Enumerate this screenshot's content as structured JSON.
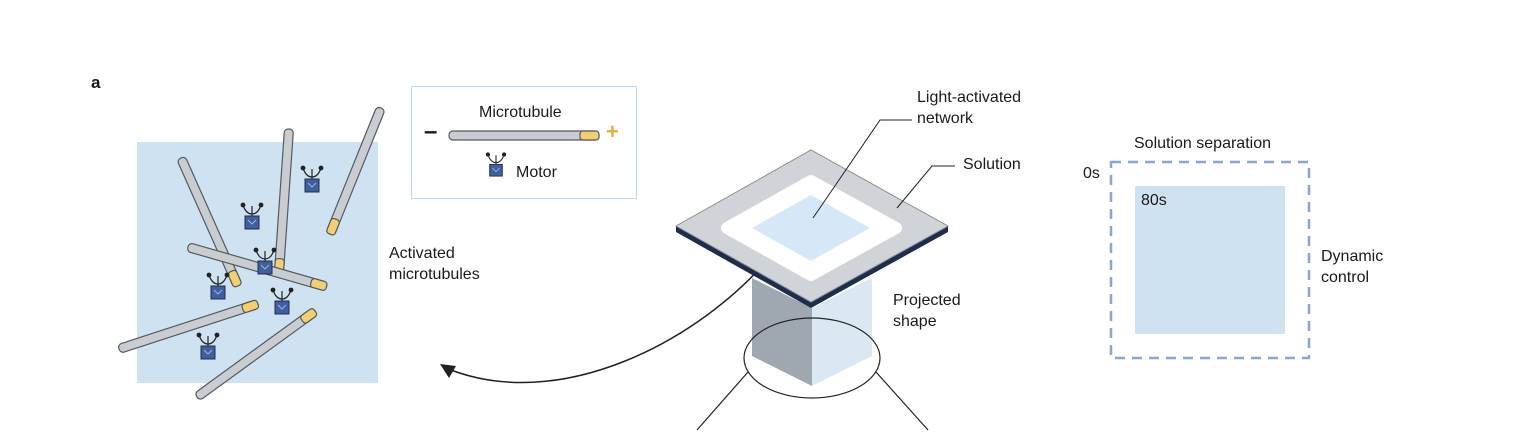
{
  "panel": {
    "label": "a"
  },
  "legend": {
    "microtubule_label": "Microtubule",
    "minus_sign": "–",
    "plus_sign": "+",
    "motor_label": "Motor"
  },
  "left": {
    "activated_label_line1": "Activated",
    "activated_label_line2": "microtubules"
  },
  "center": {
    "network_label_line1": "Light-activated",
    "network_label_line2": "network",
    "solution_label": "Solution",
    "projected_label_line1": "Projected",
    "projected_label_line2": "shape"
  },
  "right": {
    "title": "Solution separation",
    "time_outer": "0s",
    "time_inner": "80s",
    "control_line1": "Dynamic",
    "control_line2": "control"
  },
  "colors": {
    "light_blue": "#cfe2f2",
    "tube_gray": "#c9ccd1",
    "tube_stroke": "#555a60",
    "plus_end": "#f2cf72",
    "motor": "#3f5f9e",
    "dashed": "#8aa6cf",
    "plate": "#d0d3d8",
    "plate_edge": "#1f2d4d"
  }
}
